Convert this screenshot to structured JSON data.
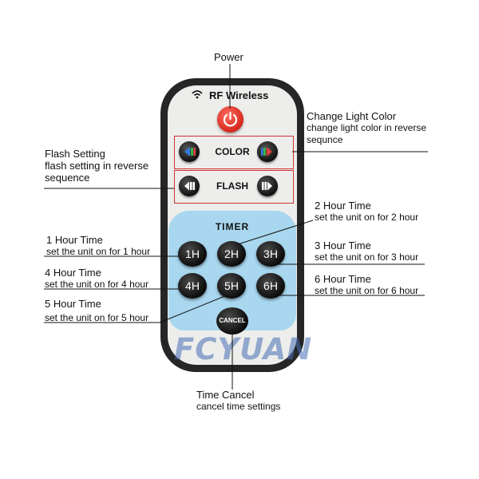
{
  "remote": {
    "brand_text": "RF Wireless",
    "color_label": "COLOR",
    "flash_label": "FLASH",
    "timer_label": "TIMER",
    "hour_buttons": [
      "1H",
      "2H",
      "3H",
      "4H",
      "5H",
      "6H"
    ],
    "cancel_label": "CANCEL",
    "watermark": "FCYUAN"
  },
  "callouts": {
    "power": {
      "title": "Power"
    },
    "change_light_color": {
      "title": "Change Light Color",
      "desc": "change light color in reverse",
      "desc2": "sequnce"
    },
    "flash_setting": {
      "title": "Flash Setting",
      "desc": "flash setting in reverse",
      "desc2": "sequence"
    },
    "hour1": {
      "title": "1 Hour Time",
      "desc": "set the unit on for 1 hour"
    },
    "hour2": {
      "title": "2 Hour Time",
      "desc": "set the unit on for 2 hour"
    },
    "hour3": {
      "title": "3 Hour Time",
      "desc": "set the unit on for 3 hour"
    },
    "hour4": {
      "title": "4 Hour Time",
      "desc": "set the unit on for 4 hour"
    },
    "hour5": {
      "title": "5 Hour Time",
      "desc": "set the unit on for 5 hour"
    },
    "hour6": {
      "title": "6 Hour Time",
      "desc": "set the unit on for 6 hour"
    },
    "time_cancel": {
      "title": "Time Cancel",
      "desc": "cancel time settings"
    }
  },
  "colors": {
    "remote_body": "#262626",
    "remote_face": "#ededeb",
    "power_red": "#d6281d",
    "timer_panel": "#a8d7ef",
    "highlight_box": "#cc3333"
  }
}
